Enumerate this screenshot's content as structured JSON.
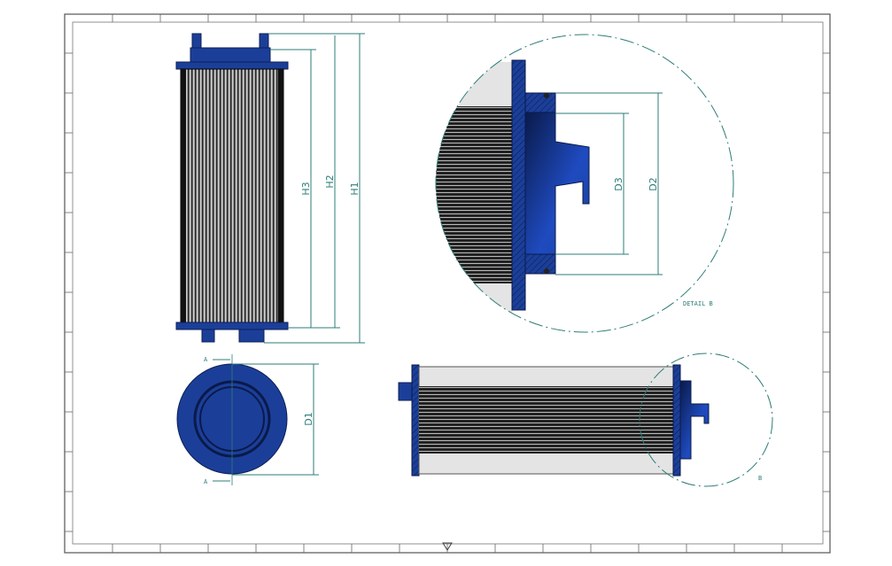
{
  "drawing": {
    "front_view": {
      "dimensions": [
        "H1",
        "H2",
        "H3"
      ]
    },
    "end_view": {
      "dimension": "D1",
      "section_marks": [
        "A",
        "A"
      ]
    },
    "detail_view": {
      "title": "DETAIL B",
      "dimensions": [
        "D2",
        "D3"
      ]
    },
    "side_view": {
      "detail_callout": "B"
    }
  },
  "colors": {
    "part": "#1b3f99",
    "dimension": "#2e7d78",
    "frame": "#555555"
  }
}
